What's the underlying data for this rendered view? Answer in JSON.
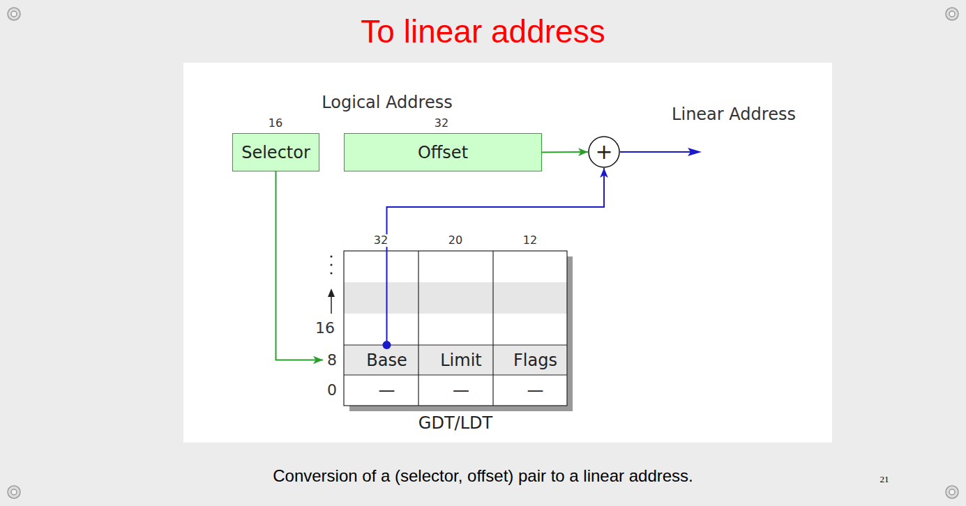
{
  "diagram": {
    "title": "To linear address",
    "caption": "Conversion of a (selector, offset) pair to a linear address.",
    "nodes": [
      {
        "text": [
          "Selector"
        ]
      },
      {
        "text": [
          "Offset"
        ]
      },
      {
        "text": [
          "+"
        ]
      },
      {
        "text": [
          "GDT/LDT"
        ]
      },
      {
        "text": [
          "Base"
        ],
        "in": 3
      },
      {
        "text": [
          "Limit"
        ],
        "in": 3
      },
      {
        "text": [
          "Flags"
        ],
        "in": 3
      },
      {
        "text": [
          "—"
        ],
        "in": 3
      },
      {
        "text": [
          "—"
        ],
        "in": 3
      },
      {
        "text": [
          "—"
        ],
        "in": 3
      }
    ],
    "edges": [
      {
        "from": 0,
        "to": 4,
        "arrow": "to"
      },
      {
        "from": 1,
        "to": 2,
        "arrow": "to"
      },
      {
        "from": 4,
        "to": 2,
        "arrow": "to"
      }
    ],
    "labels": [
      "Logical Address",
      "16",
      "32",
      "Linear Address",
      "32",
      "20",
      "12",
      "16",
      "8",
      "0",
      "21"
    ]
  }
}
